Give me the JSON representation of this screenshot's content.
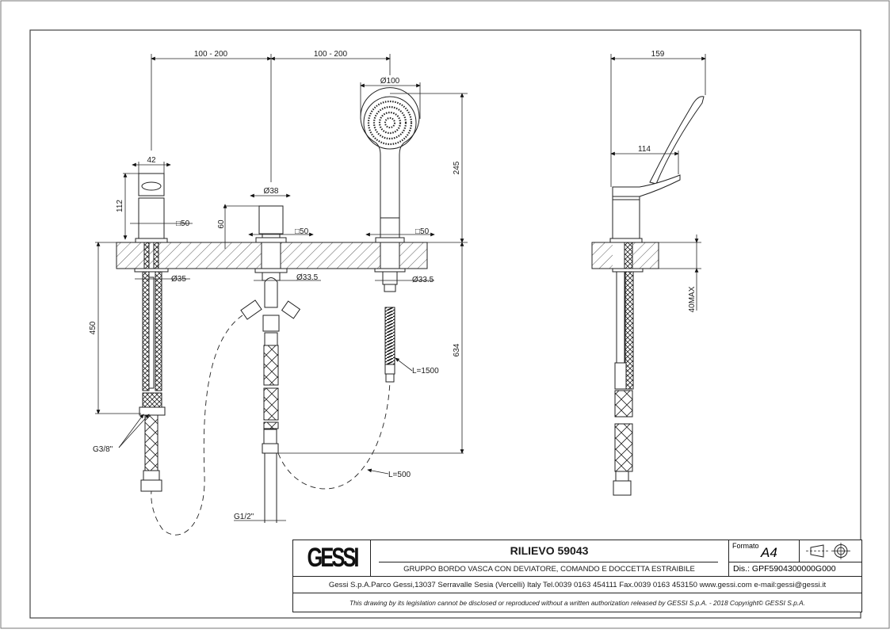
{
  "document": {
    "type": "technical drawing",
    "brand": "GESSI",
    "title": "RILIEVO 59043",
    "subtitle": "GRUPPO BORDO VASCA CON DEVIATORE, COMANDO E DOCCETTA ESTRAIBILE",
    "format_label": "Formato",
    "format_value": "A4",
    "projection_symbol": "first-angle-projection-icon",
    "drawing_number": "Dis.: GPF5904300000G000",
    "company_info": "Gessi S.p.A.Parco Gessi,13037 Serravalle Sesia (Vercelli) Italy Tel.0039 0163 454111 Fax.0039 0163 453150 www.gessi.com e-mail:gessi@gessi.it",
    "copyright": "This drawing by its legislation cannot be disclosed or reproduced without a written authorization released by GESSI S.p.A. - 2018 Copyright© GESSI S.p.A."
  },
  "dimensions": {
    "spacing_left": "100 - 200",
    "spacing_right": "100 - 200",
    "handle_width": "42",
    "mixer_height": "112",
    "mixer_base": "□50",
    "mixer_pipe_dia": "Ø35",
    "diverter_dia": "Ø38",
    "diverter_height": "60",
    "diverter_base": "□50",
    "diverter_pipe_dia": "Ø33.5",
    "shower_head_dia": "Ø100",
    "shower_height": "245",
    "shower_base": "□50",
    "shower_pipe_dia": "Ø33.5",
    "hose_length_shower": "L=1500",
    "hose_length_connect": "L=500",
    "supply_length": "450",
    "total_below": "634",
    "thread_small": "G3/8\"",
    "thread_large": "G1/2\"",
    "side_total_depth": "159",
    "side_lever_depth": "114",
    "side_deck_thickness": "40MAX"
  }
}
